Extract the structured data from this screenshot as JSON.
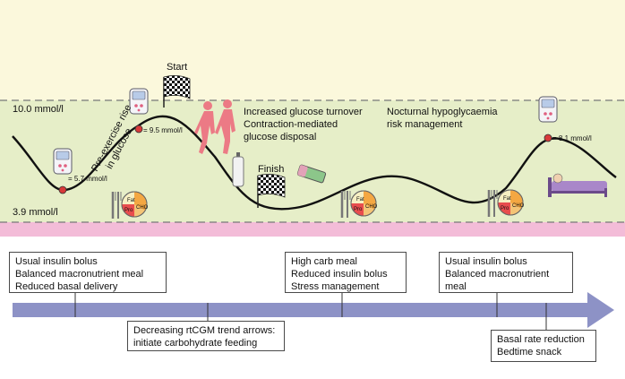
{
  "thresholds": {
    "upper": "10.0 mmol/l",
    "lower": "3.9 mmol/l"
  },
  "events": {
    "start": "Start",
    "finish": "Finish",
    "pre_exercise_rise": [
      "Pre-exercise rise",
      "in glucose"
    ]
  },
  "glucose_readings": {
    "first": "= 5.7 mmol/l",
    "peak": "= 9.5 mmol/l",
    "night": "= 8.1 mmol/l"
  },
  "annotations": {
    "exercise": [
      "Increased glucose turnover",
      "Contraction-mediated",
      "glucose disposal"
    ],
    "nocturnal": [
      "Nocturnal hypoglycaemia",
      "risk management"
    ]
  },
  "plate_labels": {
    "fat": "Fat",
    "pro": "Pro",
    "cho": "CHO"
  },
  "boxes": {
    "pre_exercise": [
      "Usual insulin bolus",
      "Balanced macronutrient meal",
      "Reduced basal delivery"
    ],
    "during_exercise": [
      "Decreasing rtCGM trend arrows:",
      "initiate carbohydrate feeding"
    ],
    "post_exercise": [
      "High carb meal",
      "Reduced insulin bolus",
      "Stress management"
    ],
    "evening": [
      "Usual insulin bolus",
      "Balanced macronutrient",
      "meal"
    ],
    "bedtime": [
      "Basal rate reduction",
      "Bedtime snack"
    ]
  },
  "colors": {
    "sky": "#fbf8dc",
    "target_range": "#e6eec8",
    "hypo_zone": "#f3bcd8",
    "timeline": "#8d92c6",
    "curve": "#111111",
    "marker": "#d83a3a",
    "runner": "#ec7a85",
    "plate_fat": "#f6efc2",
    "plate_pro": "#e84d4d",
    "plate_cho": "#f4a742"
  }
}
